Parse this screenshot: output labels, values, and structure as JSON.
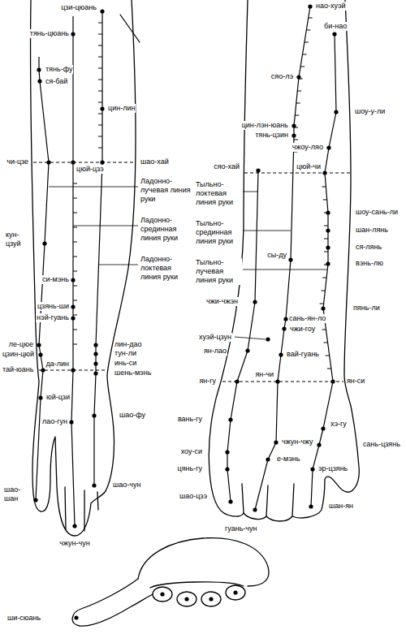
{
  "diagram": {
    "labels": [
      "цзи-цюань",
      "тянь-цюань",
      "тянь-фу",
      "ся-бай",
      "цин-лин",
      "чи-цзе",
      "шао-хай",
      "цюй-цзэ",
      "Ладонно-лучевая линия руки",
      "Ладонно-срединная линия руки",
      "Ладонно-локтевая линия руки",
      "кун-цзуй",
      "си-мэнь",
      "цзянь-ши",
      "нэй-гуань",
      "ле-цюе",
      "цзин-цюй",
      "тай-юань",
      "лин-дао",
      "тун-ли",
      "инь-си",
      "шень-мэнь",
      "да-лин",
      "юй-цзи",
      "лао-гун",
      "шао-фу",
      "шао-шан",
      "шао-чун",
      "чжун-чун",
      "нао-хуэй",
      "би-нао",
      "сяо-лэ",
      "шоу-у-ли",
      "цин-лэн-юань",
      "тянь-цзин",
      "чжоу-ляо",
      "сяо-хай",
      "цюй-чи",
      "Тыльно-локтевая линия руки",
      "шоу-сань-ли",
      "Тыльно-срединная линия руки",
      "шан-лянь",
      "ся-лянь",
      "Тыльно-лучевая линия руки",
      "сы-ду",
      "вэнь-лю",
      "чжи-чжэн",
      "пянь-ли",
      "сань-ян-ло",
      "чжи-гоу",
      "хуэй-цзун",
      "ян-лао",
      "вай-гуань",
      "ян-гу",
      "ян-чи",
      "ян-си",
      "вань-гу",
      "хэ-гу",
      "сань-цзянь",
      "чжун-чжу",
      "хоу-си",
      "е-мэнь",
      "эр-цзянь",
      "цянь-гу",
      "шао-цзэ",
      "шан-ян",
      "гуань-чун",
      "ши-сюань"
    ]
  }
}
